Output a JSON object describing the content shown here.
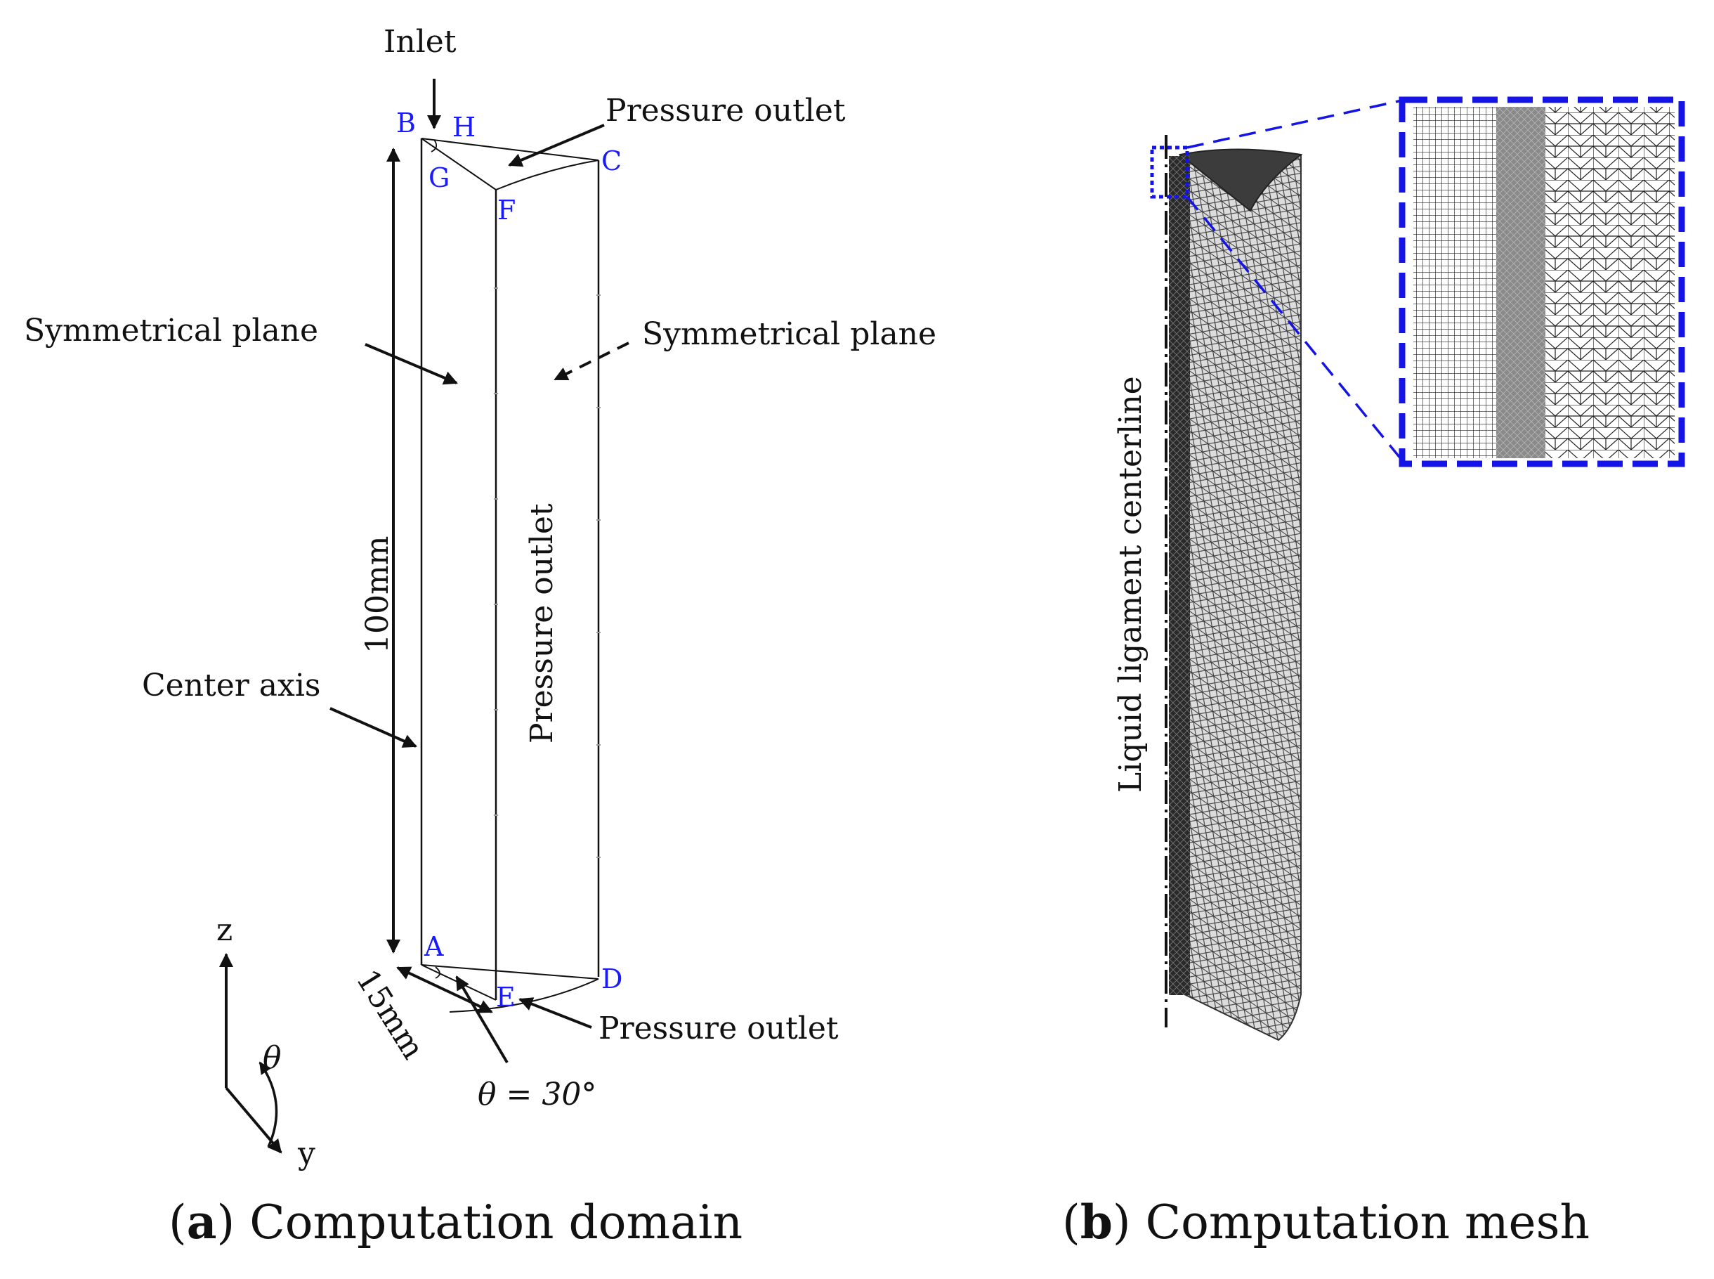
{
  "panel_a": {
    "inlet": "Inlet",
    "pressure_outlet_top": "Pressure outlet",
    "symmetrical_plane_left": "Symmetrical plane",
    "symmetrical_plane_right": "Symmetrical plane",
    "pressure_outlet_side": "Pressure outlet",
    "center_axis": "Center axis",
    "height_dim": "100mm",
    "radius_dim": "15mm",
    "pressure_outlet_bottom": "Pressure outlet",
    "theta_eq": "θ = 30°",
    "axis_z": "z",
    "axis_y": "y",
    "axis_theta": "θ",
    "points": {
      "A": "A",
      "B": "B",
      "C": "C",
      "D": "D",
      "E": "E",
      "F": "F",
      "G": "G",
      "H": "H"
    }
  },
  "panel_b": {
    "centerline_label": "Liquid ligament centerline"
  },
  "captions": {
    "a_letter": "a",
    "a_text": "Computation domain",
    "b_letter": "b",
    "b_text": "Computation mesh"
  },
  "colors": {
    "point_labels": "#1a1aff",
    "zoom_box": "#1414e6",
    "mesh_fill": "#8a8a8a"
  }
}
